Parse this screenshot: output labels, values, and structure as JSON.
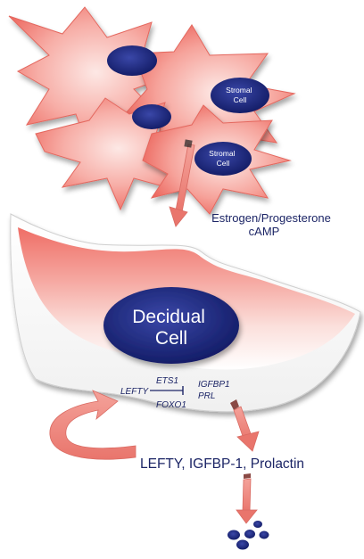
{
  "stromal_cells": [
    {
      "label": "Stromal\nCell"
    },
    {
      "label": "Stromal\nCell"
    }
  ],
  "signal_labels": {
    "line1": "Estrogen/Progesterone",
    "line2": "cAMP"
  },
  "decidual_cell": {
    "label_line1": "Decidual",
    "label_line2": "Cell"
  },
  "genes": {
    "ets1": "ETS1",
    "lefty": "LEFTY",
    "foxo1": "FOXO1",
    "igfbp1": "IGFBP1",
    "prl": "PRL"
  },
  "secretion_label": "LEFTY, IGFBP-1, Prolactin",
  "colors": {
    "cell_pink": "#f07a72",
    "cell_light": "#fde6e3",
    "nucleus_blue": "#1f2a80",
    "text_dark_blue": "#1c2566",
    "arrow_salmon": "#ef8f86"
  }
}
